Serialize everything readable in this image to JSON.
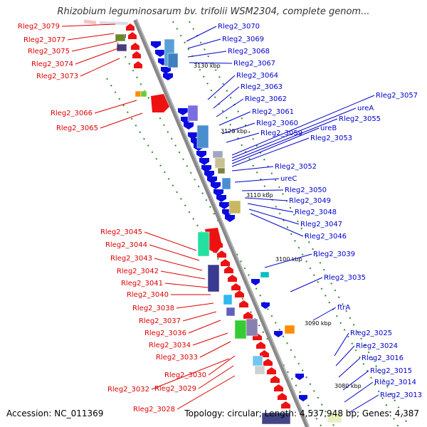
{
  "title": "Rhizobium leguminosarum bv. trifolii WSM2304, complete genom...",
  "footer": {
    "accession": "Accession: NC_011369",
    "topology": "Topology: circular; Length: 4,537,948 bp; Genes: 4,387"
  },
  "colors": {
    "left_label": "#dd0000",
    "right_label": "#0000cc",
    "backbone": "#888888",
    "forward_gene": "#ee1111",
    "reverse_gene": "#0a0ae0"
  },
  "scale_labels": [
    "3130 kbp",
    "3120 kbp",
    "3110 kbp",
    "3100 kbp",
    "3090 kbp",
    "3080 kbp"
  ],
  "left_labels": [
    "Rleg2_3079",
    "Rleg2_3077",
    "Rleg2_3075",
    "Rleg2_3074",
    "Rleg2_3073",
    "Rleg2_3066",
    "Rleg2_3065",
    "Rleg2_3045",
    "Rleg2_3044",
    "Rleg2_3043",
    "Rleg2_3042",
    "Rleg2_3041",
    "Rleg2_3040",
    "Rleg2_3038",
    "Rleg2_3037",
    "Rleg2_3036",
    "Rleg2_3034",
    "Rleg2_3033",
    "Rleg2_3030",
    "Rleg2_3032",
    "Rleg2_3029",
    "Rleg2_3028"
  ],
  "right_labels": [
    "Rleg2_3070",
    "Rleg2_3069",
    "Rleg2_3068",
    "Rleg2_3067",
    "Rleg2_3064",
    "Rleg2_3063",
    "Rleg2_3062",
    "Rleg2_3061",
    "Rleg2_3060",
    "Rleg2_3059",
    "Rleg2_3057",
    "ureA",
    "Rleg2_3055",
    "ureB",
    "Rleg2_3053",
    "Rleg2_3052",
    "ureC",
    "Rleg2_3050",
    "Rleg2_3049",
    "Rleg2_3048",
    "Rleg2_3047",
    "Rleg2_3046",
    "Rleg2_3039",
    "Rleg2_3035",
    "ftrA",
    "Rleg2_3025",
    "Rleg2_3024",
    "Rleg2_3016",
    "Rleg2_3015",
    "Rleg2_3014",
    "Rleg2_3013"
  ]
}
